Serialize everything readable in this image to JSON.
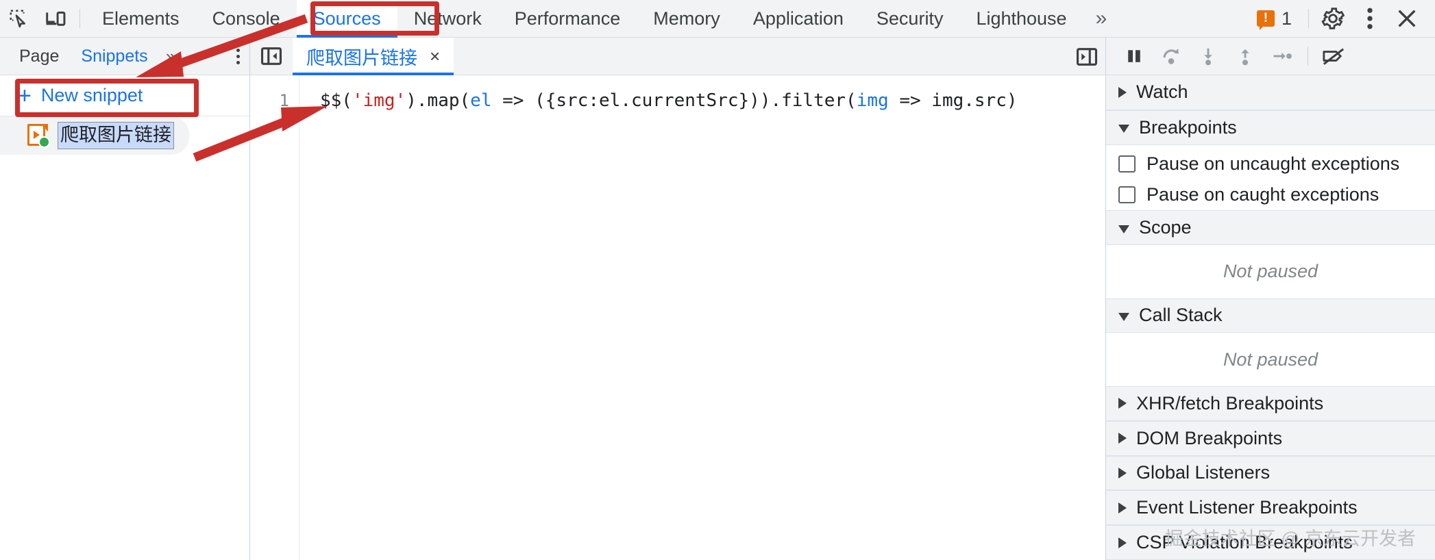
{
  "topbar": {
    "icons": [
      {
        "name": "inspect-element-icon",
        "glyph": "inspect"
      },
      {
        "name": "device-toolbar-icon",
        "glyph": "device"
      }
    ],
    "tabs": [
      {
        "label": "Elements",
        "active": false
      },
      {
        "label": "Console",
        "active": false
      },
      {
        "label": "Sources",
        "active": true
      },
      {
        "label": "Network",
        "active": false
      },
      {
        "label": "Performance",
        "active": false
      },
      {
        "label": "Memory",
        "active": false
      },
      {
        "label": "Application",
        "active": false
      },
      {
        "label": "Security",
        "active": false
      },
      {
        "label": "Lighthouse",
        "active": false
      }
    ],
    "more_tabs_glyph": "»",
    "warning_count": "1",
    "settings_icon": "gear-icon",
    "kebab_icon": "more-options-icon",
    "close_icon": "close-icon"
  },
  "navigator": {
    "tabs": [
      {
        "label": "Page",
        "active": false
      },
      {
        "label": "Snippets",
        "active": true
      }
    ],
    "more_glyph": "»",
    "new_snippet": {
      "plus": "+",
      "label": "New snippet"
    },
    "snippet_item": {
      "name": "爬取图片链接",
      "icon": "snippet-script-icon",
      "status_dot_color": "#34a853"
    }
  },
  "editor": {
    "panel_toggle_icon": "show-navigator-icon",
    "file_tab": {
      "label": "爬取图片链接",
      "close_glyph": "×"
    },
    "line_number": "1",
    "code": {
      "p1": "$$(",
      "str1": "'img'",
      "p2": ").map(",
      "param1": "el",
      "p3": " => ({src:el.currentSrc})).filter(",
      "param2": "img",
      "p4": " => img.src)"
    }
  },
  "debugger": {
    "toolbar_icons": [
      {
        "name": "pause-script-execution-icon"
      },
      {
        "name": "step-over-next-function-call-icon"
      },
      {
        "name": "step-into-next-function-call-icon"
      },
      {
        "name": "step-out-of-current-function-icon"
      },
      {
        "name": "step-icon"
      },
      {
        "name": "deactivate-breakpoints-icon"
      }
    ],
    "show_sidebar_icon": "show-debugger-sidebar-icon",
    "sections": [
      {
        "title": "Watch",
        "expanded": false
      },
      {
        "title": "Breakpoints",
        "expanded": true
      },
      {
        "title": "Scope",
        "expanded": true
      },
      {
        "title": "Call Stack",
        "expanded": true
      },
      {
        "title": "XHR/fetch Breakpoints",
        "expanded": false
      },
      {
        "title": "DOM Breakpoints",
        "expanded": false
      },
      {
        "title": "Global Listeners",
        "expanded": false
      },
      {
        "title": "Event Listener Breakpoints",
        "expanded": false
      },
      {
        "title": "CSP Violation Breakpoints",
        "expanded": false
      }
    ],
    "breakpoint_checkboxes": [
      {
        "label": "Pause on uncaught exceptions",
        "checked": false
      },
      {
        "label": "Pause on caught exceptions",
        "checked": false
      }
    ],
    "scope_empty": "Not paused",
    "callstack_empty": "Not paused"
  },
  "annotations": {
    "highlight_color": "#c9302c",
    "arrow_color": "#c9302c",
    "watermark": "掘金技术社区 @ 京东云开发者"
  }
}
